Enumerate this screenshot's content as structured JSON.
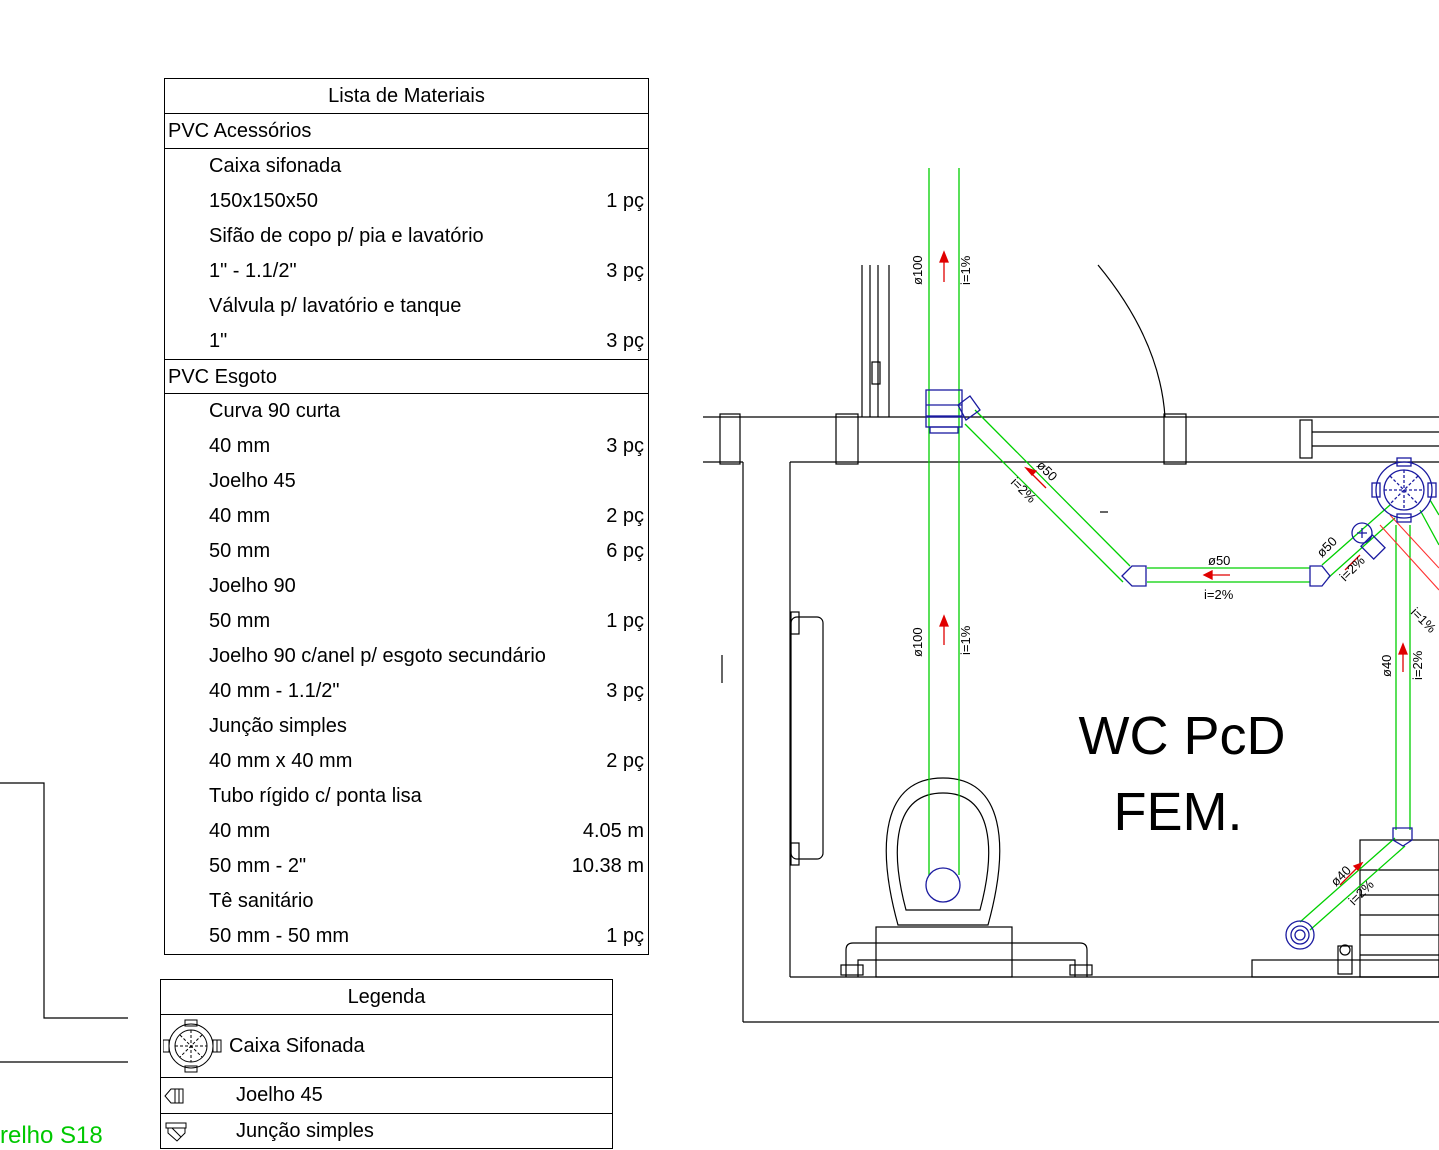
{
  "materials": {
    "title": "Lista de Materiais",
    "groups": [
      {
        "name": "PVC Acessórios",
        "items": [
          {
            "name": "Caixa sifonada",
            "specs": [
              {
                "size": "150x150x50",
                "qty": "1 pç"
              }
            ]
          },
          {
            "name": "Sifão de copo p/ pia e lavatório",
            "specs": [
              {
                "size": "1\" - 1.1/2\"",
                "qty": "3 pç"
              }
            ]
          },
          {
            "name": "Válvula p/ lavatório e tanque",
            "specs": [
              {
                "size": "1\"",
                "qty": "3 pç"
              }
            ]
          }
        ]
      },
      {
        "name": "PVC Esgoto",
        "items": [
          {
            "name": "Curva 90 curta",
            "specs": [
              {
                "size": "40 mm",
                "qty": "3 pç"
              }
            ]
          },
          {
            "name": "Joelho 45",
            "specs": [
              {
                "size": "40 mm",
                "qty": "2 pç"
              },
              {
                "size": "50 mm",
                "qty": "6 pç"
              }
            ]
          },
          {
            "name": "Joelho 90",
            "specs": [
              {
                "size": "50 mm",
                "qty": "1 pç"
              }
            ]
          },
          {
            "name": "Joelho 90 c/anel p/ esgoto secundário",
            "specs": [
              {
                "size": "40 mm - 1.1/2\"",
                "qty": "3 pç"
              }
            ]
          },
          {
            "name": "Junção simples",
            "specs": [
              {
                "size": "40 mm x 40 mm",
                "qty": "2 pç"
              }
            ]
          },
          {
            "name": "Tubo rígido c/ ponta lisa",
            "specs": [
              {
                "size": "40 mm",
                "qty": "4.05 m"
              },
              {
                "size": "50 mm - 2\"",
                "qty": "10.38 m"
              }
            ]
          },
          {
            "name": "Tê sanitário",
            "specs": [
              {
                "size": "50 mm - 50 mm",
                "qty": "1 pç"
              }
            ]
          }
        ]
      }
    ]
  },
  "legend": {
    "title": "Legenda",
    "entries": [
      {
        "label": "Caixa Sifonada",
        "icon": "floor-drain-icon"
      },
      {
        "label": "Joelho 45",
        "icon": "elbow-45-icon"
      },
      {
        "label": "Junção simples",
        "icon": "wye-junction-icon"
      }
    ]
  },
  "plan": {
    "room_line1": "WC PcD",
    "room_line2": "FEM.",
    "labels": {
      "d100_top": "ø100",
      "i1_top": "i=1%",
      "d100_mid": "ø100",
      "i1_mid": "i=1%",
      "d50_diag": "ø50",
      "i2_diag": "i=2%",
      "d50_horiz": "ø50",
      "i2_horiz": "i=2%",
      "d50_right": "ø50",
      "i2_right": "i=2%",
      "i1_right": "i=1%",
      "d40_vert": "ø40",
      "i2_vert": "i=2%",
      "d40_bottom": "ø40",
      "i2_bottom": "i=2%"
    },
    "partial_label": "relho S18"
  },
  "colors": {
    "pipe": "#00d000",
    "fitting": "#1a1aa0",
    "flow_arrow": "#e00000",
    "secondary_pipe": "#ff3030",
    "ink": "#000000"
  }
}
